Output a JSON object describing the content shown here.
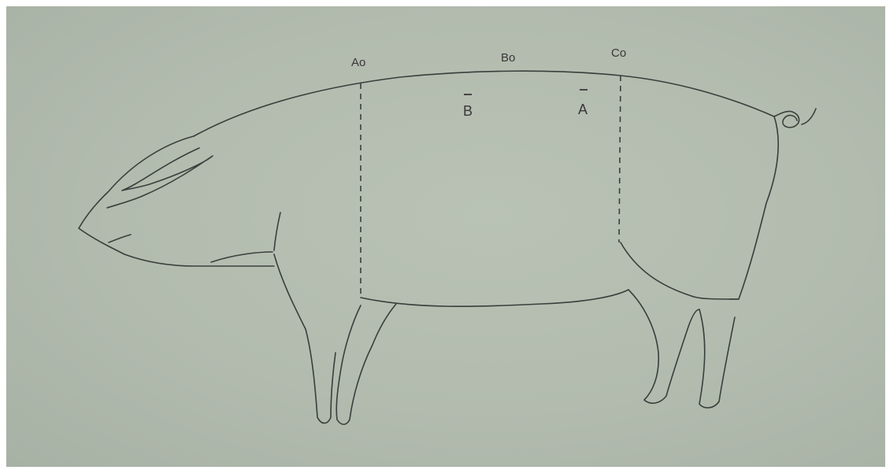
{
  "diagram": {
    "top_labels": {
      "a0": "Ao",
      "b0": "Bo",
      "c0": "Co"
    },
    "inner_labels": {
      "b": "B",
      "a": "A"
    },
    "colors": {
      "paper": "#b2bbae",
      "line": "#3b3e3b",
      "label": "#3a3737"
    }
  }
}
